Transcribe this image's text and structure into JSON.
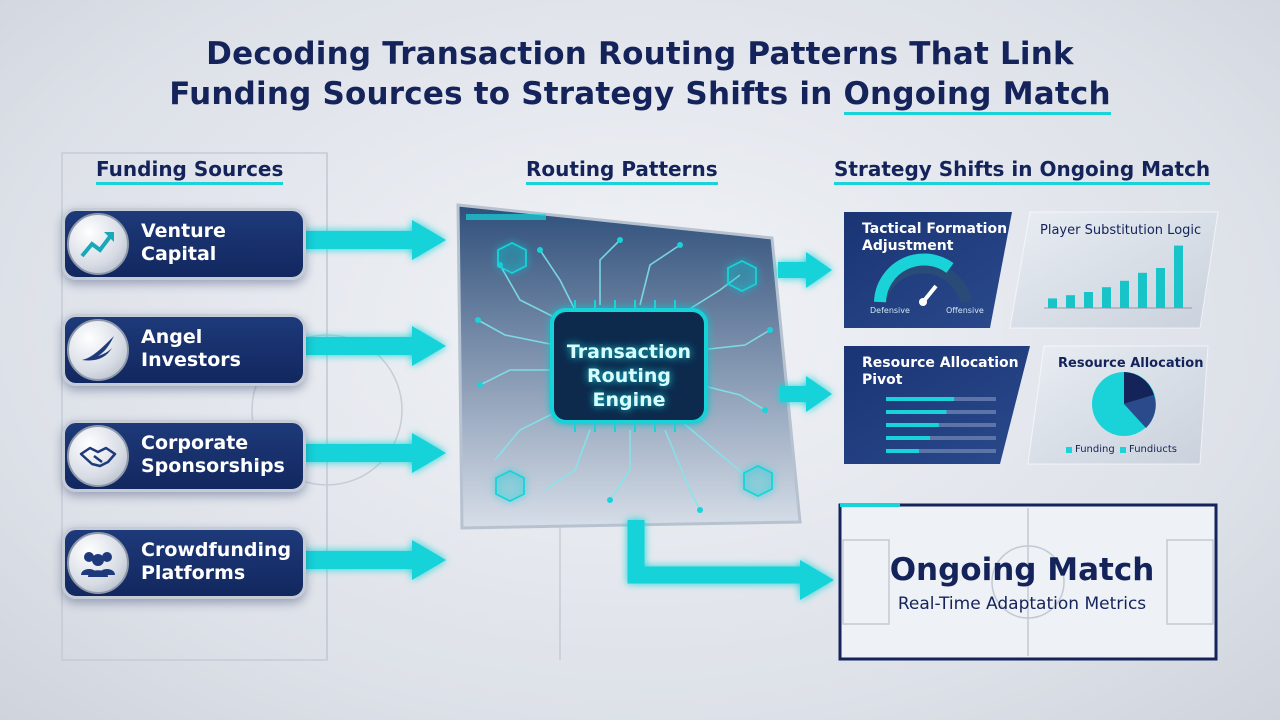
{
  "title": {
    "line1": "Decoding Transaction Routing Patterns That Link",
    "line2_prefix": "Funding Sources to Strategy Shifts in ",
    "line2_highlight": "Ongoing Match"
  },
  "columns": {
    "funding": "Funding Sources",
    "routing": "Routing Patterns",
    "strategy": "Strategy Shifts in Ongoing Match"
  },
  "sources": [
    {
      "line1": "Venture",
      "line2": "Capital",
      "icon": "growth-chart-icon"
    },
    {
      "line1": "Angel",
      "line2": "Investors",
      "icon": "wing-icon"
    },
    {
      "line1": "Corporate",
      "line2": "Sponsorships",
      "icon": "handshake-icon"
    },
    {
      "line1": "Crowdfunding",
      "line2": "Platforms",
      "icon": "people-group-icon"
    }
  ],
  "engine": {
    "line1": "Transaction",
    "line2": "Routing",
    "line3": "Engine"
  },
  "cards": {
    "tactical": {
      "line1": "Tactical Formation",
      "line2": "Adjustment",
      "left": "Defensive",
      "right": "Offensive"
    },
    "substitution": {
      "title": "Player Substitution Logic",
      "bars": [
        0.12,
        0.16,
        0.2,
        0.26,
        0.34,
        0.44,
        0.5,
        0.78
      ]
    },
    "pivot": {
      "line1": "Resource Allocation",
      "line2": "Pivot",
      "bars": [
        0.62,
        0.55,
        0.48,
        0.4,
        0.3
      ]
    },
    "allocation": {
      "title": "Resource Allocation",
      "legend1": "Funding",
      "legend2": "Fundiucts"
    }
  },
  "match": {
    "title": "Ongoing Match",
    "subtitle": "Real-Time Adaptation Metrics"
  },
  "colors": {
    "navy": "#14235a",
    "cyan": "#19d3d9"
  }
}
